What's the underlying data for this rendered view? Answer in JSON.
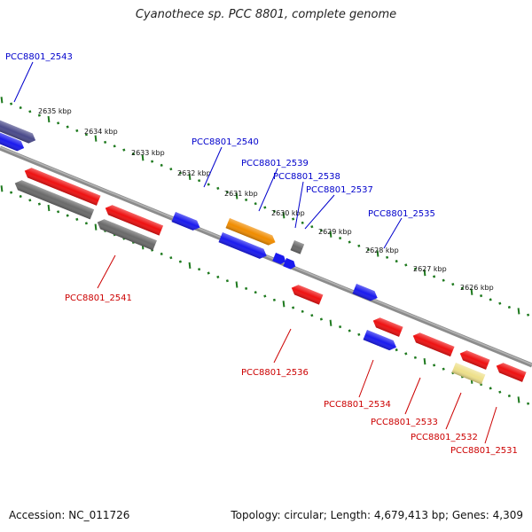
{
  "title": "Cyanothece sp. PCC 8801, complete genome",
  "footer": {
    "accession": "Accession: NC_011726",
    "summary": "Topology: circular; Length: 4,679,413 bp; Genes: 4,309"
  },
  "colors": {
    "backbone": "#8a8a8a",
    "tick": "#1f7a1f",
    "forward_label": "#0000cc",
    "reverse_label": "#cc0000",
    "blue": "#1a1aee",
    "red": "#ee1111",
    "gray": "#6a6a6a",
    "orange": "#f08c00",
    "slate": "#4a4a8a",
    "khaki": "#eee08a"
  },
  "scale_labels": [
    "2635 kbp",
    "2634 kbp",
    "2633 kbp",
    "2632 kbp",
    "2631 kbp",
    "2630 kbp",
    "2629 kbp",
    "2628 kbp",
    "2627 kbp",
    "2626 kbp"
  ],
  "gene_labels": {
    "forward": [
      "PCC8801_2543",
      "PCC8801_2540",
      "PCC8801_2539",
      "PCC8801_2538",
      "PCC8801_2537",
      "PCC8801_2535"
    ],
    "reverse": [
      "PCC8801_2541",
      "PCC8801_2536",
      "PCC8801_2534",
      "PCC8801_2533",
      "PCC8801_2532",
      "PCC8801_2531"
    ]
  }
}
